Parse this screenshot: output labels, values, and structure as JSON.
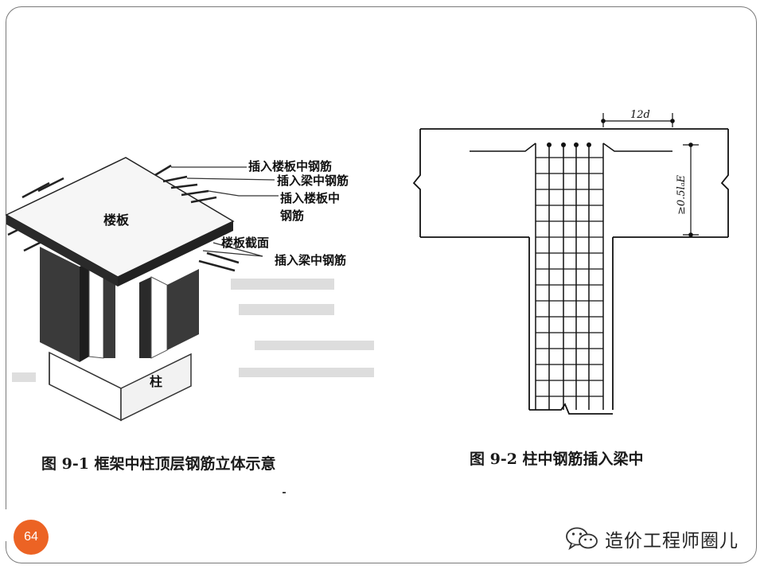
{
  "slide": {
    "page_number": "64"
  },
  "figure1": {
    "caption": "图 9-1   框架中柱顶层钢筋立体示意",
    "labels": {
      "slab": "楼板",
      "column": "柱",
      "insert_slab_rebar": "插入楼板中钢筋",
      "insert_beam_rebar_top": "插入梁中钢筋",
      "insert_slab_rebar_2_line1": "插入楼板中",
      "insert_slab_rebar_2_line2": "钢筋",
      "slab_section": "楼板截面",
      "insert_beam_rebar_bottom": "插入梁中钢筋"
    }
  },
  "figure2": {
    "caption": "图 9-2   柱中钢筋插入梁中",
    "dim_12d": "12d",
    "dim_anchor": "≥0.5lₐE"
  },
  "watermark": {
    "text": "造价工程师圈儿",
    "icon": "wechat-icon"
  },
  "colors": {
    "badge": "#ec6324",
    "frame": "#7a7a7a"
  }
}
